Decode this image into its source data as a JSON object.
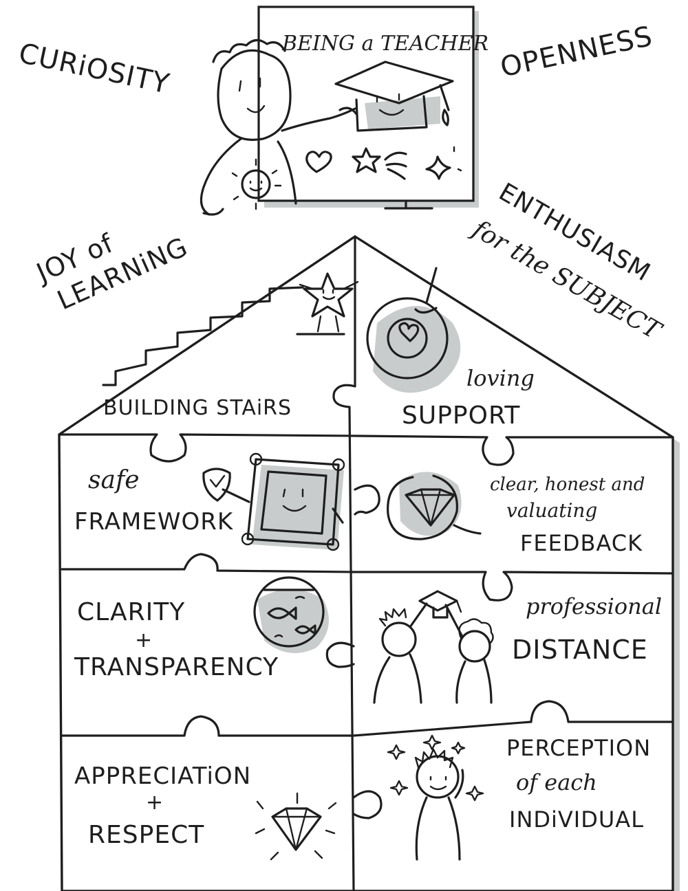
{
  "header": {
    "board_title": "BEING a TEACHER"
  },
  "qualities": {
    "curiosity": "CURiOSITY",
    "openness": "OPENNESS",
    "joy_line1": "JOY of",
    "joy_line2": "LEARNiNG",
    "enthusiasm_line1": "ENTHUSIASM",
    "enthusiasm_line2": "for the SUBJECT"
  },
  "pieces": {
    "building_stairs": "BUILDING STAiRS",
    "loving_line1": "loving",
    "loving_line2": "SUPPORT",
    "safe_line1": "safe",
    "safe_line2": "FRAMEWORK",
    "feedback_line1": "clear, honest and",
    "feedback_line2": "valuating",
    "feedback_line3": "FEEDBACK",
    "clarity_line1": "CLARITY",
    "clarity_plus": "+",
    "clarity_line3": "TRANSPARENCY",
    "distance_line1": "professional",
    "distance_line2": "DISTANCE",
    "appreciation_line1": "APPRECIATiON",
    "appreciation_plus": "+",
    "appreciation_line3": "RESPECT",
    "perception_line1": "PERCEPTION",
    "perception_line2": "of each",
    "perception_line3": "INDiVIDUAL"
  },
  "colors": {
    "ink": "#1e1e1e",
    "shadow": "#c9cccd",
    "background": "#ffffff"
  },
  "icons": [
    "teacher-figure",
    "mortarboard-icon",
    "heart-icon",
    "star-icon",
    "sparkle-icon",
    "sun-icon",
    "star-character",
    "lifebuoy-icon",
    "shield-icon",
    "frame-character",
    "diamond-icon",
    "fishbowl-icon",
    "student-figures",
    "person-icon"
  ]
}
